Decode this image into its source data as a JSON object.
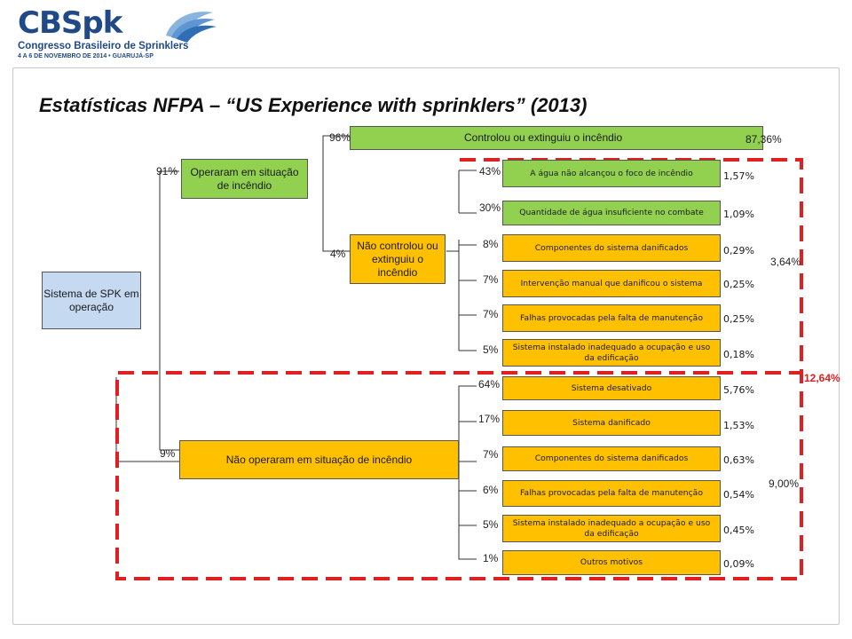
{
  "logo": {
    "brand": "CBSpk",
    "subtitle": "Congresso Brasileiro de Sprinklers",
    "event_date": "4 A 6 DE NOVEMBRO DE 2014 • GUARUJÁ-SP"
  },
  "title": "Estatísticas NFPA – “US Experience with sprinklers” (2013)",
  "root": {
    "label": "Sistema de SPK em operação"
  },
  "controlled": {
    "pct": "96%",
    "label": "Controlou ou extinguiu o incêndio",
    "value": "87,36%"
  },
  "operated": {
    "pct": "91%",
    "label": "Operaram em situação de incêndio"
  },
  "operated_items": [
    {
      "pct": "43%",
      "label": "A água não alcançou o foco de incêndio",
      "value": "1,57%"
    },
    {
      "pct": "30%",
      "label": "Quantidade de água insuficiente no combate",
      "value": "1,09%"
    }
  ],
  "not_controlled": {
    "pct": "4%",
    "label": "Não controlou ou extinguiu o incêndio"
  },
  "not_controlled_items": [
    {
      "pct": "8%",
      "label": "Componentes do sistema danificados",
      "value": "0,29%"
    },
    {
      "pct": "7%",
      "label": "Intervenção manual que danificou o sistema",
      "value": "0,25%"
    },
    {
      "pct": "7%",
      "label": "Falhas provocadas pela falta de manutenção",
      "value": "0,25%"
    },
    {
      "pct": "5%",
      "label": "Sistema instalado inadequado a ocupação e uso da edificação",
      "value": "0,18%"
    }
  ],
  "subtotal_operated": "3,64%",
  "not_operated": {
    "pct": "9%",
    "label": "Não operaram em situação de incêndio"
  },
  "not_operated_items": [
    {
      "pct": "64%",
      "label": "Sistema desativado",
      "value": "5,76%"
    },
    {
      "pct": "17%",
      "label": "Sistema danificado",
      "value": "1,53%"
    },
    {
      "pct": "7%",
      "label": "Componentes do sistema danificados",
      "value": "0,63%"
    },
    {
      "pct": "6%",
      "label": "Falhas provocadas pela falta de manutenção",
      "value": "0,54%"
    },
    {
      "pct": "5%",
      "label": "Sistema instalado inadequado a ocupação e uso da edificação",
      "value": "0,45%"
    },
    {
      "pct": "1%",
      "label": "Outros motivos",
      "value": "0,09%"
    }
  ],
  "subtotal_not_operated": "9,00%",
  "total_failures": "12,64%",
  "colors": {
    "success_box": "#92d050",
    "failure_box": "#ffc000",
    "root_box": "#c5d9f1",
    "highlight_border": "#e02020",
    "logo": "#1f4a87"
  }
}
